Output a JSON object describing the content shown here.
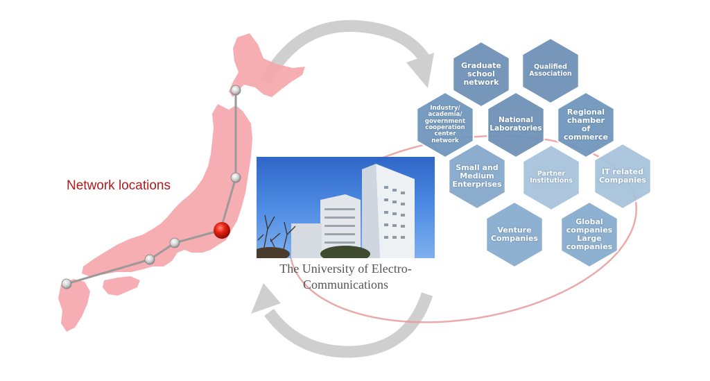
{
  "network_label": "Network locations",
  "university_caption": {
    "line1": "The University of Electro-",
    "line2": "Communications"
  },
  "hexagons": [
    {
      "id": "graduate-school-network",
      "label": "Graduate\nschool\nnetwork",
      "fill": "#6f92b7"
    },
    {
      "id": "qualified-association",
      "label": "Qualified\nAssociation",
      "fill": "#6f92b7"
    },
    {
      "id": "industry-academia-government",
      "label": "Industry/\nacademia/\ngovernment\ncooperation\ncenter\nnetwork",
      "fill": "#7097bd"
    },
    {
      "id": "national-laboratories",
      "label": "National\nLaboratories",
      "fill": "#6f92b7"
    },
    {
      "id": "regional-chamber-of-commerce",
      "label": "Regional\nchamber\nof\ncommerce",
      "fill": "#7097bd"
    },
    {
      "id": "small-and-medium-enterprises",
      "label": "Small and\nMedium\nEnterprises",
      "fill": "#86a9cb"
    },
    {
      "id": "partner-institutions",
      "label": "Partner\nInstitutions",
      "fill": "#a8c3dc"
    },
    {
      "id": "it-related-companies",
      "label": "IT related\nCompanies",
      "fill": "#a8c3dc"
    },
    {
      "id": "venture-companies",
      "label": "Venture\nCompanies",
      "fill": "#8aadcf"
    },
    {
      "id": "global-large-companies",
      "label": "Global\ncompanies\nLarge\ncompanies",
      "fill": "#8aadcf"
    }
  ],
  "colors": {
    "map_fill": "#f6a5ab",
    "route_line": "#9a9a9a",
    "route_node": "#d0d0d0",
    "current_location": "#e01010",
    "cycle_arrow": "#cfcfcf",
    "network_ellipse": "#e89a9a",
    "label_red": "#b11a1a"
  }
}
